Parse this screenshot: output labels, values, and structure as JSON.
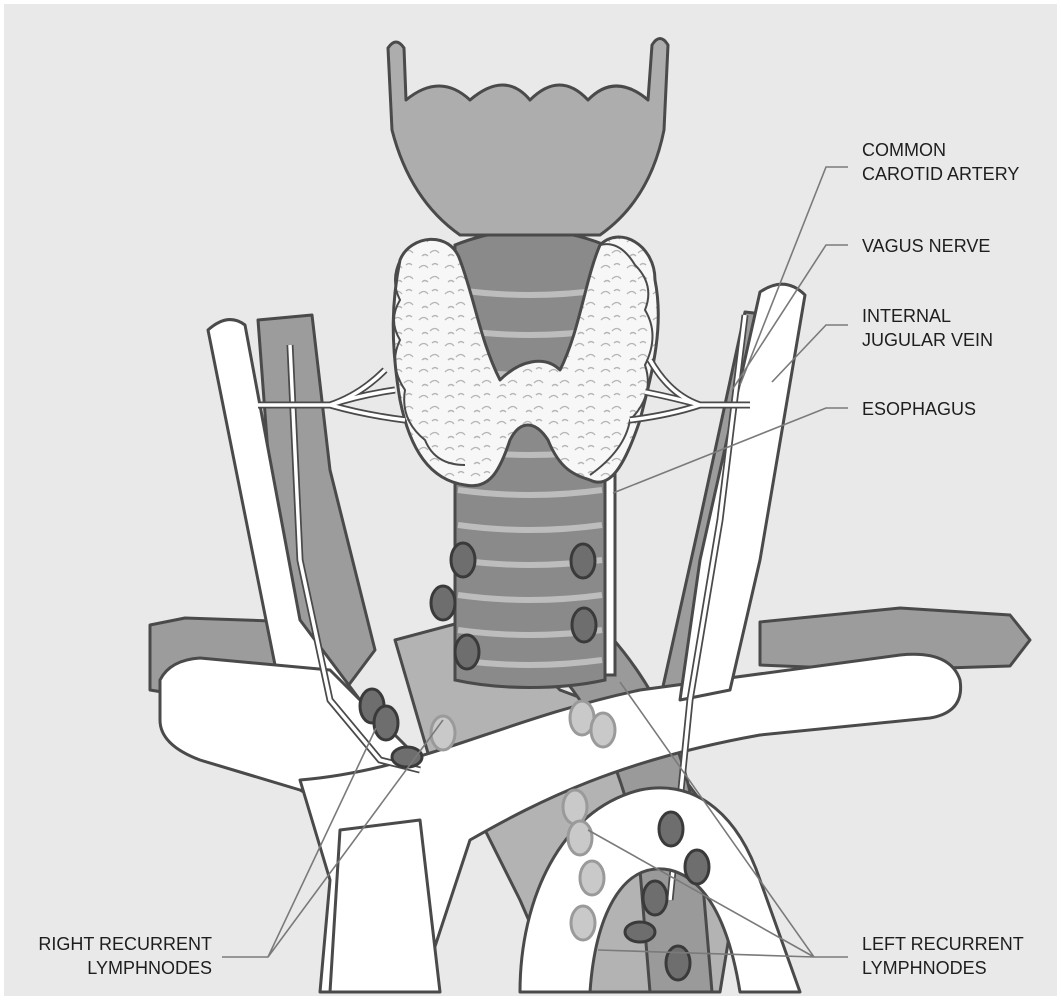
{
  "labels": {
    "common_carotid_line1": "COMMON",
    "common_carotid_line2": "CAROTID ARTERY",
    "vagus_nerve": "VAGUS NERVE",
    "internal_jugular_line1": "INTERNAL",
    "internal_jugular_line2": "JUGULAR VEIN",
    "esophagus": "ESOPHAGUS",
    "right_recurrent_line1": "RIGHT RECURRENT",
    "right_recurrent_line2": "LYMPHNODES",
    "left_recurrent_line1": "LEFT RECURRENT",
    "left_recurrent_line2": "LYMPHNODES"
  },
  "colors": {
    "background": "#e9e9e9",
    "outline": "#4a4a4a",
    "vessel_fill": "#ffffff",
    "tissue_fill": "#9c9c9c",
    "trachea_fill": "#8a8a8a",
    "node_fill": "#6e6e6e",
    "leader_line": "#7a7a7a"
  }
}
